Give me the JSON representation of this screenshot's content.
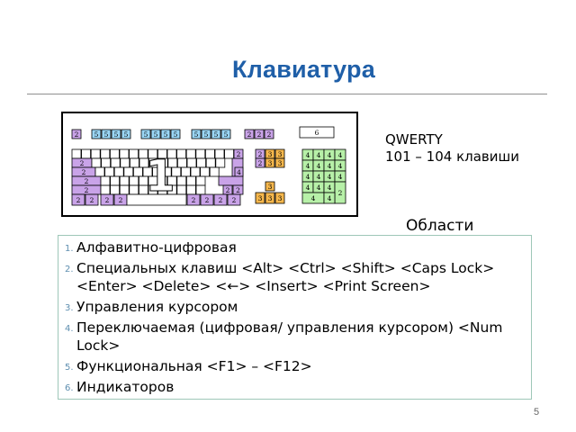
{
  "slide": {
    "title": "Клавиатура",
    "layout_name": "QWERTY",
    "key_count": "101 – 104 клавиши",
    "page_number": "5"
  },
  "keyboard": {
    "big_label": "1",
    "area_colors": {
      "alnum": "#ffffff",
      "special": "#c9a3e8",
      "cursor": "#f6b74c",
      "numpad": "#b7f0a8",
      "function": "#9ad6f5",
      "indicators": "#ffffff",
      "outline": "#000000"
    },
    "digits": {
      "special": "2",
      "cursor": "3",
      "numpad": "4",
      "function": "5",
      "indicators": "6"
    }
  },
  "areas": {
    "caption": "Области",
    "items": [
      {
        "num": "1.",
        "text": "Алфавитно-цифровая"
      },
      {
        "num": "2.",
        "text": "Специальных клавиш <Alt> <Ctrl> <Shift> <Caps Lock> <Enter> <Delete> <←> <Insert> <Print Screen>"
      },
      {
        "num": "3.",
        "text": "Управления курсором"
      },
      {
        "num": "4.",
        "text": "Переключаемая (цифровая/ управления курсором) <Num Lock>"
      },
      {
        "num": "5.",
        "text": "Функциональная <F1> – <F12>"
      },
      {
        "num": "6.",
        "text": "Индикаторов"
      }
    ]
  }
}
